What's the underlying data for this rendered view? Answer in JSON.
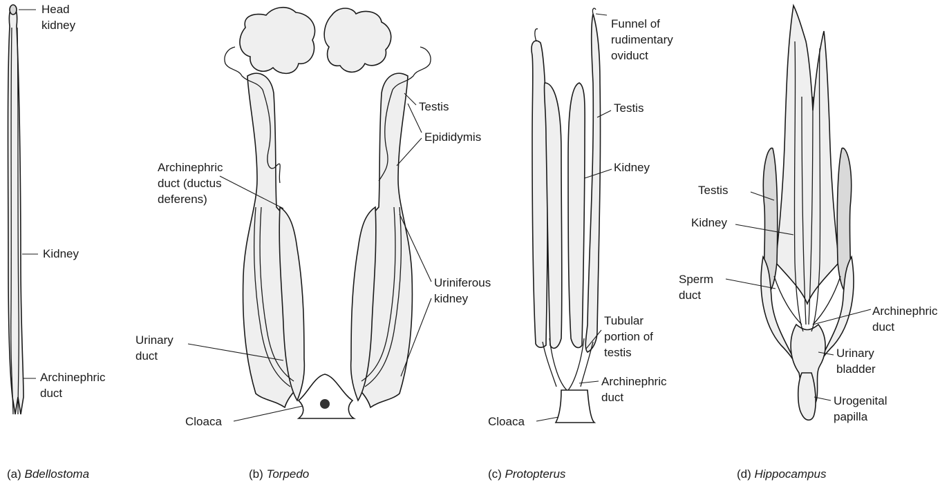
{
  "panels": {
    "a": {
      "caption_letter": "(a) ",
      "caption_name": "Bdellostoma",
      "labels": {
        "head_kidney_1": "Head",
        "head_kidney_2": "kidney",
        "kidney": "Kidney",
        "archinephric_1": "Archinephric",
        "archinephric_2": "duct"
      }
    },
    "b": {
      "caption_letter": "(b) ",
      "caption_name": "Torpedo",
      "labels": {
        "testis": "Testis",
        "epididymis": "Epididymis",
        "archinephric_1": "Archinephric",
        "archinephric_2": "duct (ductus",
        "archinephric_3": "deferens)",
        "uriniferous_1": "Uriniferous",
        "uriniferous_2": "kidney",
        "urinary_1": "Urinary",
        "urinary_2": "duct",
        "cloaca": "Cloaca"
      }
    },
    "c": {
      "caption_letter": "(c) ",
      "caption_name": "Protopterus",
      "labels": {
        "funnel_1": "Funnel of",
        "funnel_2": "rudimentary",
        "funnel_3": "oviduct",
        "testis": "Testis",
        "kidney": "Kidney",
        "tubular_1": "Tubular",
        "tubular_2": "portion of",
        "tubular_3": "testis",
        "archinephric_1": "Archinephric",
        "archinephric_2": "duct",
        "cloaca": "Cloaca"
      }
    },
    "d": {
      "caption_letter": "(d) ",
      "caption_name": "Hippocampus",
      "labels": {
        "testis": "Testis",
        "kidney": "Kidney",
        "sperm_1": "Sperm",
        "sperm_2": "duct",
        "archinephric_1": "Archinephric",
        "archinephric_2": "duct",
        "urinary_1": "Urinary",
        "urinary_2": "bladder",
        "urogenital_1": "Urogenital",
        "urogenital_2": "papilla"
      }
    }
  }
}
